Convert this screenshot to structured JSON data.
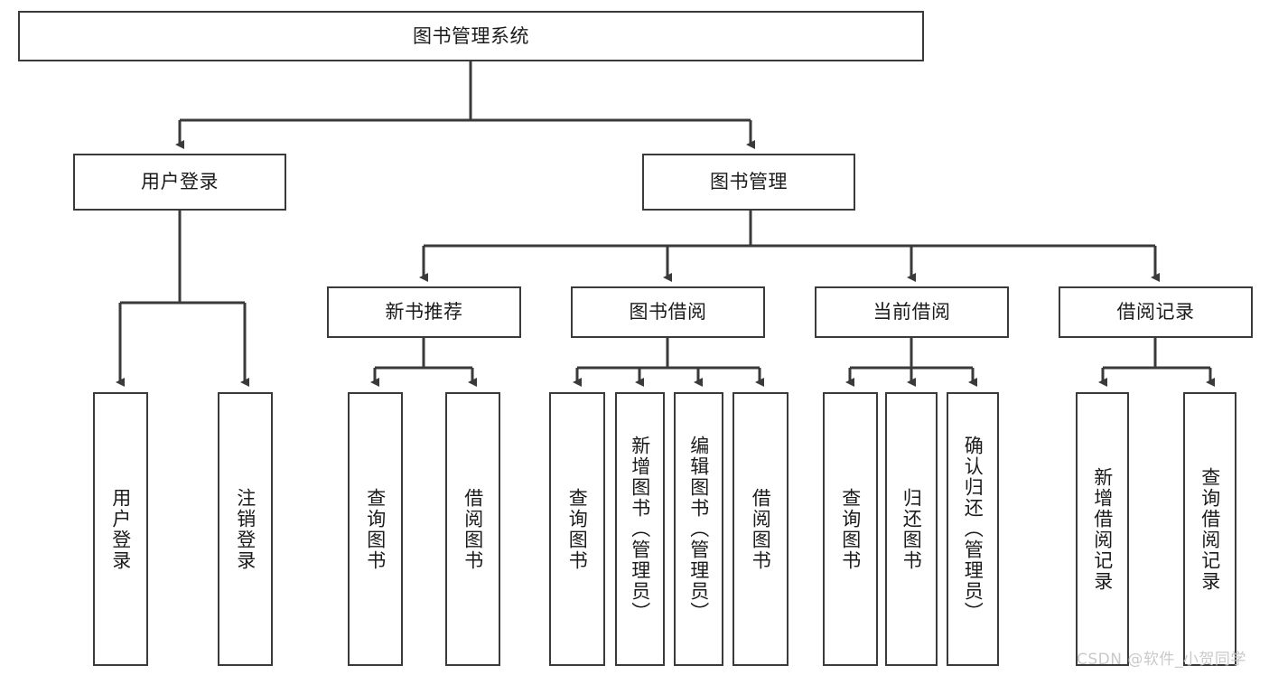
{
  "diagram": {
    "title": "图书管理系统",
    "type": "tree-hierarchy-diagram",
    "watermark": "CSDN @软件_小贺同学",
    "stroke_color": "#3a3a3a",
    "fill_color": "#ffffff",
    "text_color": "#1b1b1b",
    "watermark_color": "#c9c9c9"
  },
  "root": {
    "label": "图书管理系统"
  },
  "level2": [
    {
      "label": "用户登录"
    },
    {
      "label": "图书管理"
    }
  ],
  "level3": [
    {
      "label": "新书推荐"
    },
    {
      "label": "图书借阅"
    },
    {
      "label": "当前借阅"
    },
    {
      "label": "借阅记录"
    }
  ],
  "leaves": {
    "user_login": [
      {
        "label": "用户登录"
      },
      {
        "label": "注销登录"
      }
    ],
    "new_book_recommend": [
      {
        "label": "查询图书"
      },
      {
        "label": "借阅图书"
      }
    ],
    "book_borrow": [
      {
        "label": "查询图书"
      },
      {
        "label": "新增图书（管理员）"
      },
      {
        "label": "编辑图书（管理员）"
      },
      {
        "label": "借阅图书"
      }
    ],
    "current_borrow": [
      {
        "label": "查询图书"
      },
      {
        "label": "归还图书"
      },
      {
        "label": "确认归还（管理员）"
      }
    ],
    "borrow_records": [
      {
        "label": "新增借阅记录"
      },
      {
        "label": "查询借阅记录"
      }
    ]
  }
}
